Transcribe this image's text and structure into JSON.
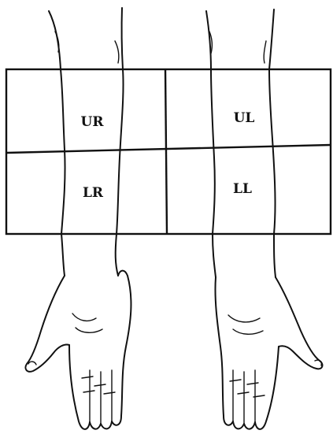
{
  "quadrants": {
    "upper_right": "UR",
    "upper_left": "UL",
    "lower_right": "LR",
    "lower_left": "LL"
  },
  "colors": {
    "ink": "#111111",
    "background": "#ffffff"
  }
}
